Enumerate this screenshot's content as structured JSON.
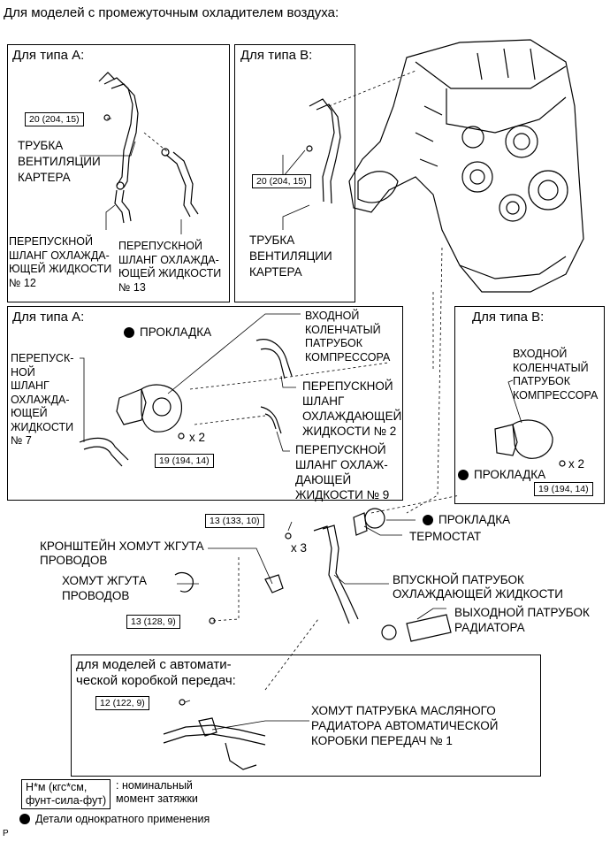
{
  "header": {
    "title": "Для моделей с промежуточным охладителем воздуха:"
  },
  "panel_a_top": {
    "title": "Для типа A:",
    "torque": "20 (204, 15)",
    "pipe_label": "ТРУБКА\nВЕНТИЛЯЦИИ\nКАРТЕРА",
    "hose12": "ПЕРЕПУСКНОЙ\nШЛАНГ ОХЛАЖДА-\nЮЩЕЙ ЖИДКОСТИ\n№ 12",
    "hose13": "ПЕРЕПУСКНОЙ\nШЛАНГ ОХЛАЖДА-\nЮЩЕЙ ЖИДКОСТИ\n№ 13"
  },
  "panel_b_top": {
    "title": "Для типа B:",
    "torque": "20 (204, 15)",
    "pipe_label": "ТРУБКА\nВЕНТИЛЯЦИИ\nКАРТЕРА"
  },
  "panel_a_mid": {
    "title": "Для типа A:",
    "gasket": "ПРОКЛАДКА",
    "elbow": "ВХОДНОЙ\nКОЛЕНЧАТЫЙ\nПАТРУБОК\nКОМПРЕССОРА",
    "hose2": "ПЕРЕПУСКНОЙ\nШЛАНГ\nОХЛАЖДАЮЩЕЙ\nЖИДКОСТИ № 2",
    "hose9": "ПЕРЕПУСКНОЙ\nШЛАНГ ОХЛАЖ-\nДАЮЩЕЙ\nЖИДКОСТИ № 9",
    "hose7": "ПЕРЕПУСК-\nНОЙ\nШЛАНГ\nОХЛАЖДА-\nЮЩЕЙ\nЖИДКОСТИ\n№ 7",
    "qty": "x 2",
    "torque": "19 (194, 14)"
  },
  "panel_b_mid": {
    "title": "Для типа B:",
    "elbow": "ВХОДНОЙ\nКОЛЕНЧАТЫЙ\nПАТРУБОК\nКОМПРЕССОРА",
    "gasket": "ПРОКЛАДКА",
    "qty": "x 2",
    "torque": "19 (194, 14)"
  },
  "lower": {
    "torque_13_10": "13 (133, 10)",
    "qty3": "x 3",
    "gasket": "ПРОКЛАДКА",
    "thermostat": "ТЕРМОСТАТ",
    "bracket": "КРОНШТЕЙН ХОМУТ ЖГУТА\nПРОВОДОВ",
    "clamp": "ХОМУТ ЖГУТА\nПРОВОДОВ",
    "inlet": "ВПУСКНОЙ ПАТРУБОК\nОХЛАЖДАЮЩЕЙ ЖИДКОСТИ",
    "torque_13_9": "13 (128, 9)",
    "radiator_outlet": "ВЫХОДНОЙ ПАТРУБОК\nРАДИАТОРА"
  },
  "auto_box": {
    "title": "для моделей с автомати-\nческой коробкой передач:",
    "torque": "12 (122, 9)",
    "clamp": "ХОМУТ ПАТРУБКА МАСЛЯНОГО\nРАДИАТОРА АВТОМАТИЧЕСКОЙ\nКОРОБКИ ПЕРЕДАЧ № 1"
  },
  "legend": {
    "units": "Н*м (кгс*см,\nфунт-сила-фут)",
    "units_note": ": номинальный\nмомент затяжки",
    "non_reusable": "Детали однократного применения"
  },
  "footer": {
    "mark": "P"
  }
}
